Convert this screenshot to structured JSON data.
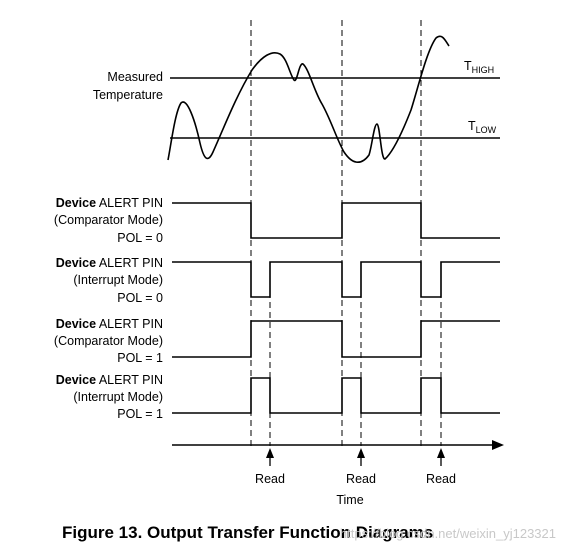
{
  "temperature": {
    "label_line1": "Measured",
    "label_line2": "Temperature",
    "thigh": {
      "main": "T",
      "sub": "HIGH"
    },
    "tlow": {
      "main": "T",
      "sub": "LOW"
    }
  },
  "signals": [
    {
      "device": "Device",
      "pin": "ALERT PIN",
      "mode": "(Comparator Mode)",
      "pol": "POL = 0"
    },
    {
      "device": "Device",
      "pin": "ALERT PIN",
      "mode": "(Interrupt Mode)",
      "pol": "POL = 0"
    },
    {
      "device": "Device",
      "pin": "ALERT PIN",
      "mode": "(Comparator Mode)",
      "pol": "POL = 1"
    },
    {
      "device": "Device",
      "pin": "ALERT PIN",
      "mode": "(Interrupt Mode)",
      "pol": "POL = 1"
    }
  ],
  "reads": [
    "Read",
    "Read",
    "Read"
  ],
  "time_label": "Time",
  "caption": "Figure 13.  Output Transfer Function Diagrams",
  "watermark": "https://blog.csdn.net/weixin_yj123321",
  "colors": {
    "line": "#000000",
    "background": "#ffffff",
    "watermark": "#c8c8c8"
  }
}
